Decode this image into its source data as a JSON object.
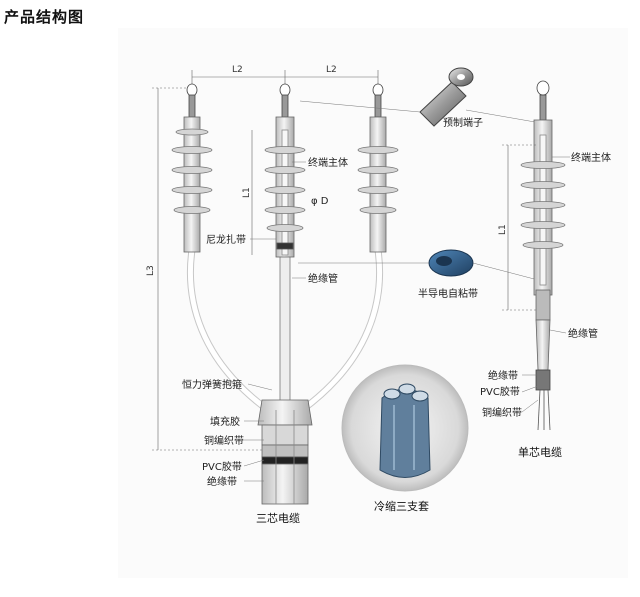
{
  "page_title": "产品结构图",
  "labels": {
    "l2_left": "L2",
    "l2_right": "L2",
    "l3": "L3",
    "l1_left": "L1",
    "l1_right": "L1",
    "phi_d": "φ D",
    "terminal_body_left": "终端主体",
    "terminal_body_right": "终端主体",
    "prefab_lug": "预制端子",
    "nylon_tie": "尼龙扎带",
    "insulation_tube_left": "绝缘管",
    "insulation_tube_right": "绝缘管",
    "semicon_tape": "半导电自粘带",
    "constant_force_spring": "恒力弹簧抱箍",
    "filler": "填充胶",
    "copper_braid_left": "铜编织带",
    "pvc_tape_left": "PVC胶带",
    "insulation_tape_left": "绝缘带",
    "insulation_tape_right": "绝缘带",
    "pvc_tape_right": "PVC胶带",
    "copper_braid_right": "铜编织带",
    "three_core_cable": "三芯电缆",
    "cold_shrink_breakout": "冷缩三支套",
    "single_core_cable": "单芯电缆"
  },
  "colors": {
    "line": "#555555",
    "insulator": "#dcdcdc",
    "shed": "#cfcfcf",
    "dark": "#333333",
    "blue_tape": "#2a5a8a",
    "circle_bg": "#e8e8e8"
  }
}
